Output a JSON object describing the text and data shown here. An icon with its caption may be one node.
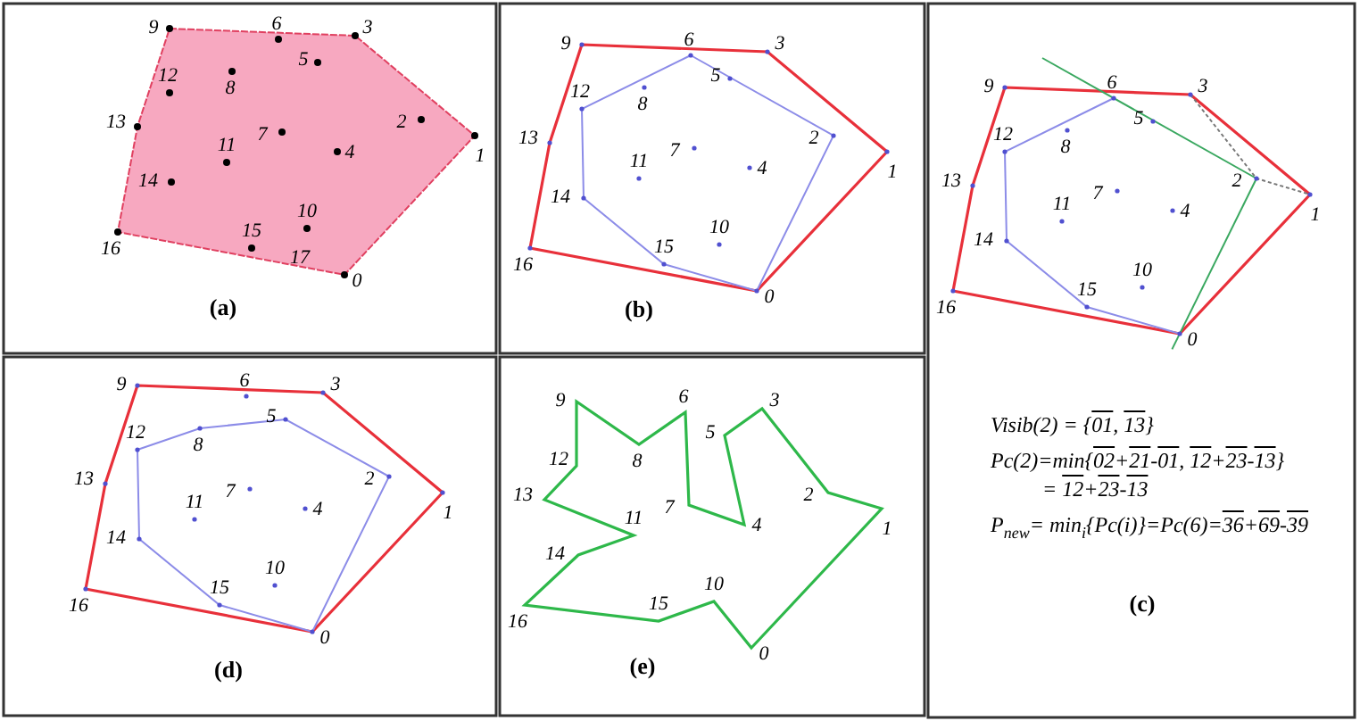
{
  "diagram": {
    "labels": [
      "0",
      "1",
      "2",
      "3",
      "4",
      "5",
      "6",
      "7",
      "8",
      "9",
      "10",
      "11",
      "12",
      "13",
      "14",
      "15",
      "16",
      "17",
      "(a)",
      "0",
      "1",
      "2",
      "3",
      "4",
      "5",
      "6",
      "7",
      "8",
      "9",
      "10",
      "11",
      "12",
      "13",
      "14",
      "15",
      "16",
      "(b)",
      "0",
      "1",
      "2",
      "3",
      "4",
      "5",
      "6",
      "7",
      "8",
      "9",
      "10",
      "11",
      "12",
      "13",
      "14",
      "15",
      "16",
      "Visib(2) = {01, 13}",
      "Pc(2)=min{02+21-01, 12+23-13}",
      "= 12+23-13",
      "P$_{new}$= min$_{i}${Pc(i)}=Pc(6)=36+69-39",
      "(c)",
      "0",
      "1",
      "2",
      "3",
      "4",
      "5",
      "6",
      "7",
      "8",
      "9",
      "10",
      "11",
      "12",
      "13",
      "14",
      "15",
      "16",
      "(d)",
      "0",
      "1",
      "2",
      "3",
      "4",
      "5",
      "6",
      "7",
      "8",
      "9",
      "10",
      "11",
      "12",
      "13",
      "14",
      "15",
      "16",
      "(e)"
    ]
  }
}
